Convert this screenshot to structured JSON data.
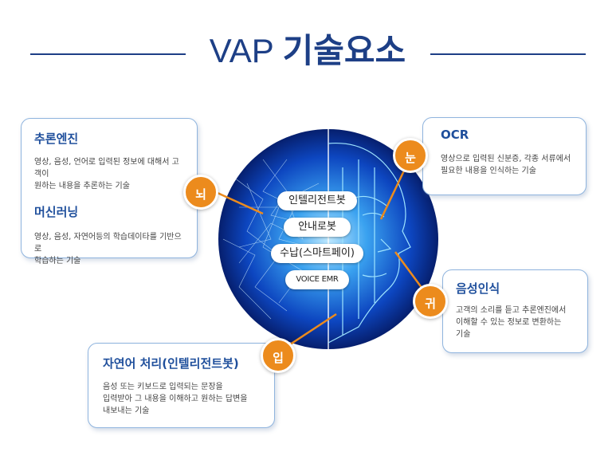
{
  "title": {
    "prefix": "VAP",
    "main": "기술요소"
  },
  "cards": {
    "reasoning": {
      "heading": "추론엔진",
      "line1": "영상, 음성, 언어로 입력된 정보에 대해서 고객이",
      "line2": "원하는 내용을 추론하는 기술"
    },
    "ml": {
      "heading": "머신러닝",
      "line1": "영상, 음성, 자연어등의 학습데이타를 기반으로",
      "line2": "학습하는 기술"
    },
    "ocr": {
      "heading": "OCR",
      "line1": "영상으로 입력된 신분증, 각종 서류에서",
      "line2": "필요한 내용을 인식하는 기술"
    },
    "speech": {
      "heading": "음성인식",
      "line1": "고객의 소리를 듣고 추론엔진에서",
      "line2": "이해할 수 있는 정보로 변환하는",
      "line3": "기술"
    },
    "nlp": {
      "heading": "자연어 처리(인텔리전트봇)",
      "line1": "음성 또는 키보드로 입력되는 문장을",
      "line2": "입력받아 그 내용을 이해하고 원하는 답변을",
      "line3": "내보내는 기술"
    }
  },
  "badges": {
    "brain": "뇌",
    "eye": "눈",
    "ear": "귀",
    "mouth": "입"
  },
  "pills": [
    "인텔리전트봇",
    "안내로봇",
    "수납(스마트페이)",
    "VOICE EMR"
  ],
  "colors": {
    "accent": "#ec8b1d",
    "title": "#1d3f86",
    "heading": "#1f4f9c",
    "border": "#8fb4de"
  }
}
